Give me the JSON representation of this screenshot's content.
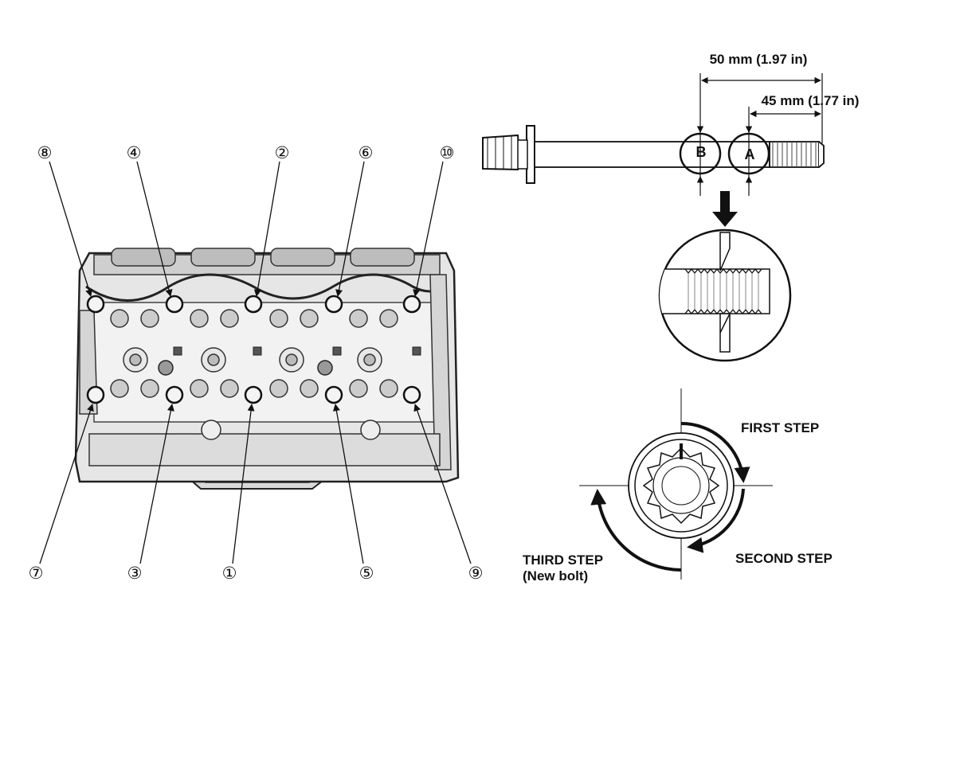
{
  "callouts": {
    "top": [
      "⑧",
      "④",
      "②",
      "⑥",
      "⑩"
    ],
    "bottom": [
      "⑦",
      "③",
      "①",
      "⑤",
      "⑨"
    ]
  },
  "bolt": {
    "dim_50": "50 mm (1.97 in)",
    "dim_45": "45 mm (1.77 in)",
    "mark_b": "B",
    "mark_a": "A"
  },
  "steps": {
    "first": "FIRST STEP",
    "second": "SECOND STEP",
    "third_line1": "THIRD STEP",
    "third_line2": "(New bolt)"
  }
}
